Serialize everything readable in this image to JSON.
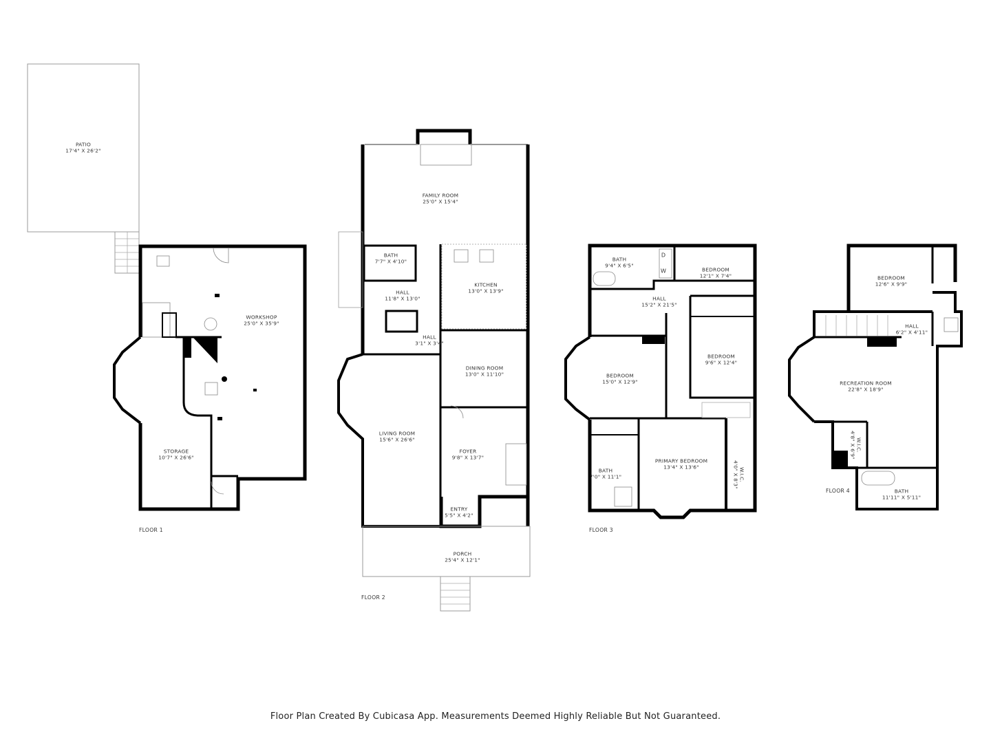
{
  "floors": [
    {
      "label": "FLOOR 1",
      "rooms": [
        {
          "name": "PATIO",
          "dims": "17'4\" X 26'2\""
        },
        {
          "name": "WORKSHOP",
          "dims": "25'0\" X 35'9\""
        },
        {
          "name": "STORAGE",
          "dims": "10'7\" X 26'6\""
        }
      ]
    },
    {
      "label": "FLOOR 2",
      "rooms": [
        {
          "name": "FAMILY ROOM",
          "dims": "25'0\" X 15'4\""
        },
        {
          "name": "BATH",
          "dims": "7'7\" X 4'10\""
        },
        {
          "name": "HALL",
          "dims": "11'8\" X 13'0\""
        },
        {
          "name": "KITCHEN",
          "dims": "13'0\" X 13'9\""
        },
        {
          "name": "HALL",
          "dims": "3'1\" X 3'4\""
        },
        {
          "name": "DINING ROOM",
          "dims": "13'0\" X 11'10\""
        },
        {
          "name": "LIVING ROOM",
          "dims": "15'6\" X 26'6\""
        },
        {
          "name": "FOYER",
          "dims": "9'8\" X 13'7\""
        },
        {
          "name": "ENTRY",
          "dims": "5'5\" X 4'2\""
        },
        {
          "name": "PORCH",
          "dims": "25'4\" X 12'1\""
        }
      ]
    },
    {
      "label": "FLOOR 3",
      "rooms": [
        {
          "name": "BATH",
          "dims": "9'4\" X 6'5\""
        },
        {
          "name": "BEDROOM",
          "dims": "12'1\" X 7'4\""
        },
        {
          "name": "HALL",
          "dims": "15'2\" X 21'5\""
        },
        {
          "name": "BEDROOM",
          "dims": "9'6\" X 12'4\""
        },
        {
          "name": "BEDROOM",
          "dims": "15'0\" X 12'9\""
        },
        {
          "name": "PRIMARY BEDROOM",
          "dims": "13'4\" X 13'6\""
        },
        {
          "name": "BATH",
          "dims": "7'0\" X 11'1\""
        },
        {
          "name": "W.I.C.",
          "dims": "4'0\" X 8'3\""
        }
      ],
      "appliances": [
        "D",
        "W"
      ]
    },
    {
      "label": "FLOOR 4",
      "rooms": [
        {
          "name": "BEDROOM",
          "dims": "12'6\" X 9'9\""
        },
        {
          "name": "HALL",
          "dims": "6'2\" X 4'11\""
        },
        {
          "name": "RECREATION ROOM",
          "dims": "22'8\" X 18'9\""
        },
        {
          "name": "W.I.C.",
          "dims": "4'8\" X 6'9\""
        },
        {
          "name": "BATH",
          "dims": "11'11\" X 5'11\""
        }
      ]
    }
  ],
  "disclaimer": "Floor Plan Created By Cubicasa App. Measurements Deemed Highly Reliable But Not Guaranteed.",
  "colors": {
    "wall": "#000000",
    "background": "#ffffff",
    "thin_line": "#888888"
  }
}
